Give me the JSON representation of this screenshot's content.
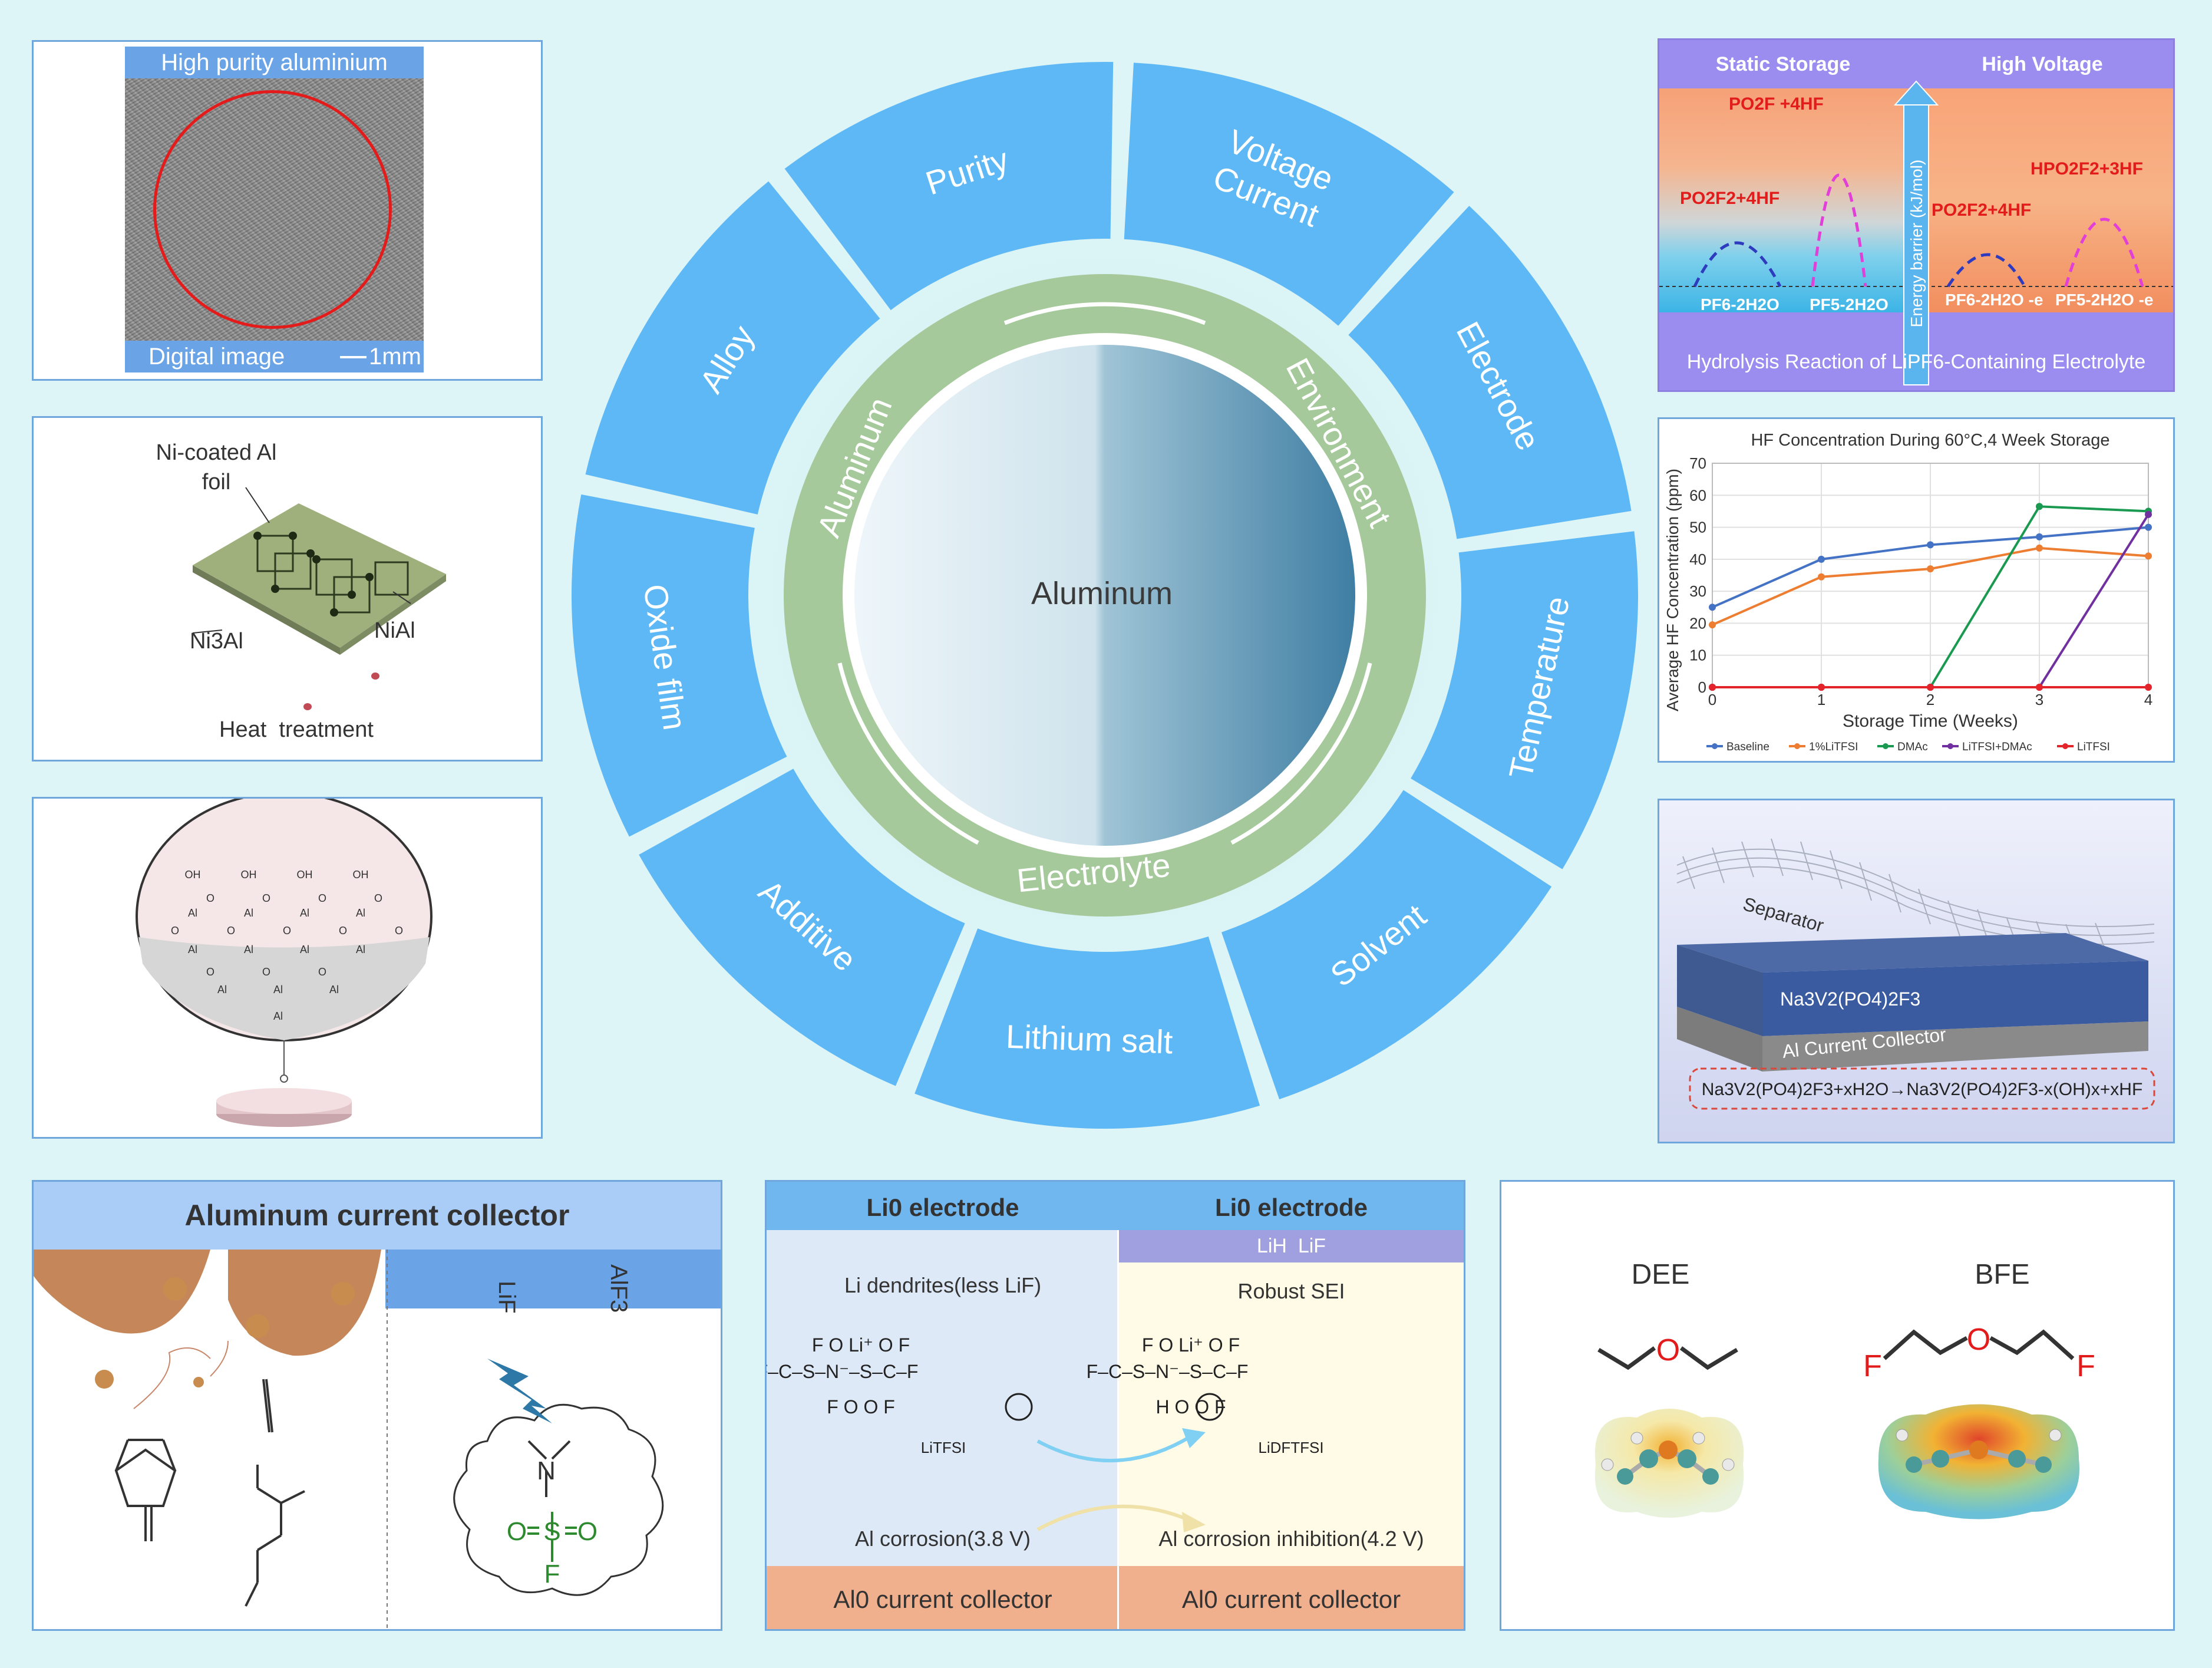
{
  "wheel": {
    "center": "Aluminum",
    "inner_ring": [
      "Aluminum",
      "Environment",
      "Electrolyte"
    ],
    "segments": [
      "Purity",
      "Voltage\nCurrent",
      "Electrode",
      "Temperature",
      "Solvent",
      "Lithium salt",
      "Additive",
      "Oxide film",
      "Alloy"
    ],
    "colors": {
      "segment": "#5eb8f6",
      "ring": "#a5c99a",
      "background": "#ddf5f7"
    }
  },
  "panel_purity": {
    "title": "High purity aluminium",
    "footer": "Digital image",
    "scale": "1mm"
  },
  "panel_alloy": {
    "foil_label": "Ni-coated Al\nfoil",
    "ni3al": "Ni3Al",
    "nial": "NiAl",
    "caption": "Heat  treatment"
  },
  "panel_oxide": {
    "oh": "OH",
    "al": "Al",
    "o": "O"
  },
  "panel_hydrolysis": {
    "left_title": "Static Storage",
    "right_title": "High Voltage",
    "axis": "Energy barrier (kJ/mol)",
    "labels": [
      "PO2F +4HF",
      "PO2F2+4HF",
      "PF6-2H2O",
      "PF5-2H2O",
      "HPO2F2+3HF",
      "PO2F2+4HF",
      "PF6-2H2O -e",
      "PF5-2H2O -e"
    ],
    "footer": "Hydrolysis Reaction of LiPF6-Containing Electrolyte"
  },
  "panel_hf": {
    "chart_data": {
      "type": "line",
      "title": "HF Concentration During 60°C,4 Week Storage",
      "xlabel": "Storage Time (Weeks)",
      "ylabel": "Average HF Concentration (ppm)",
      "x": [
        0,
        1,
        2,
        3,
        4
      ],
      "xlim": [
        0,
        4
      ],
      "ylim": [
        0,
        70
      ],
      "yticks": [
        0,
        10,
        20,
        30,
        40,
        50,
        60,
        70
      ],
      "grid": true,
      "legend": "bottom",
      "series": [
        {
          "name": "Baseline",
          "color": "#4472c4",
          "values": [
            25,
            40,
            44.5,
            47,
            50
          ]
        },
        {
          "name": "1%LiTFSI",
          "color": "#ed7d31",
          "values": [
            19.5,
            34.5,
            37,
            43.5,
            41
          ]
        },
        {
          "name": "DMAc",
          "color": "#1a9a50",
          "values": [
            0,
            0,
            0,
            56.5,
            55
          ]
        },
        {
          "name": "LiTFSI+DMAc",
          "color": "#7030a0",
          "values": [
            0,
            0,
            0,
            0,
            54
          ]
        },
        {
          "name": "LiTFSI",
          "color": "#e3242b",
          "values": [
            0,
            0,
            0,
            0,
            0
          ]
        }
      ]
    }
  },
  "panel_separator": {
    "separator": "Separator",
    "cathode": "Na3V2(PO4)2F3",
    "collector": "Al Current Collector",
    "reaction": "Na3V2(PO4)2F3+xH2O→Na3V2(PO4)2F3-x(OH)x+xHF"
  },
  "panel_collector": {
    "title": "Aluminum current collector",
    "lif": "LiF",
    "alf3": "AlF3",
    "n": "N",
    "s": "S",
    "o": "O",
    "f": "F"
  },
  "panel_lithium": {
    "left_header": "Li0 electrode",
    "right_header": "Li0 electrode",
    "sub_header": "LiH  LiF",
    "left_desc": "Li dendrites(less LiF)",
    "right_desc": "Robust SEI",
    "left_salt": "LiTFSI",
    "right_salt": "LiDFTFSI",
    "left_corrosion": "Al corrosion(3.8 V)",
    "right_corrosion": "Al corrosion inhibition(4.2 V)",
    "left_footer": "Al0 current collector",
    "right_footer": "Al0 current collector"
  },
  "panel_solvent": {
    "dee": "DEE",
    "bfe": "BFE",
    "o": "O",
    "f": "F"
  }
}
